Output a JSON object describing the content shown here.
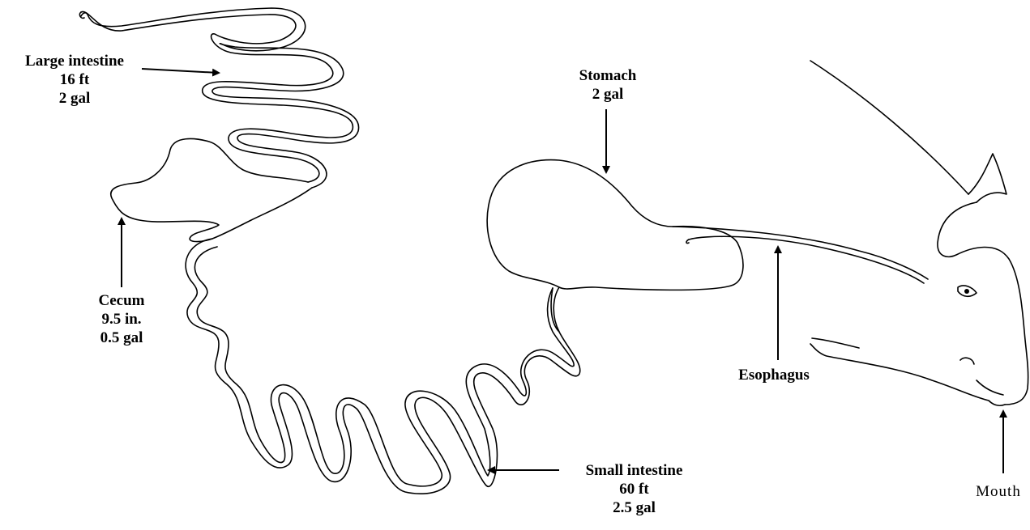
{
  "labels": {
    "large_intestine": {
      "name": "Large intestine",
      "length": "16 ft",
      "volume": "2 gal"
    },
    "stomach": {
      "name": "Stomach",
      "volume": "2 gal"
    },
    "cecum": {
      "name": "Cecum",
      "length": "9.5 in.",
      "volume": "0.5 gal"
    },
    "esophagus": {
      "name": "Esophagus"
    },
    "small_intestine": {
      "name": "Small intestine",
      "length": "60 ft",
      "volume": "2.5 gal"
    },
    "mouth": {
      "name": "Mouth"
    }
  }
}
